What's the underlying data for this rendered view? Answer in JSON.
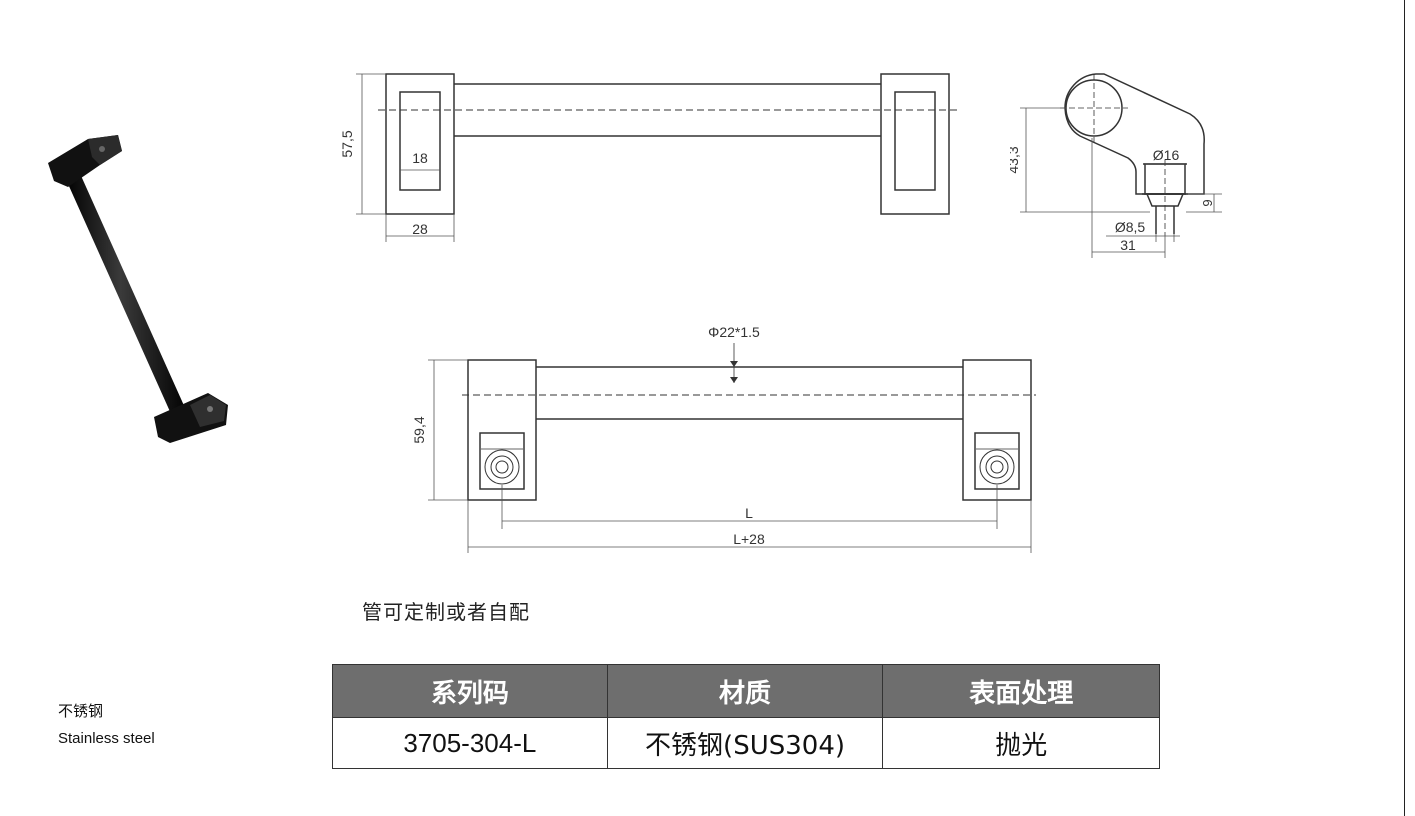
{
  "top_view": {
    "dim_height": "57,5",
    "dim_inner_width": "18",
    "dim_block_width": "28"
  },
  "side_view": {
    "dim_height": "43,3",
    "dim_bolt_head": "Ø16",
    "dim_bolt_height": "9",
    "dim_bolt_shank": "Ø8,5",
    "dim_offset": "31"
  },
  "front_view": {
    "dim_tube": "Φ22*1.5",
    "dim_height": "59,4",
    "dim_length": "L",
    "dim_total_length": "L+28"
  },
  "note": "管可定制或者自配",
  "material": {
    "name_cn": "不锈钢",
    "name_en": "Stainless steel"
  },
  "spec_table": {
    "headers": [
      "系列码",
      "材质",
      "表面处理"
    ],
    "row": [
      "3705-304-L",
      "不锈钢(SUS304)",
      "抛光"
    ]
  },
  "colors": {
    "table_header_bg": "#6e6e6e",
    "line": "#333333",
    "product": "#111111"
  }
}
